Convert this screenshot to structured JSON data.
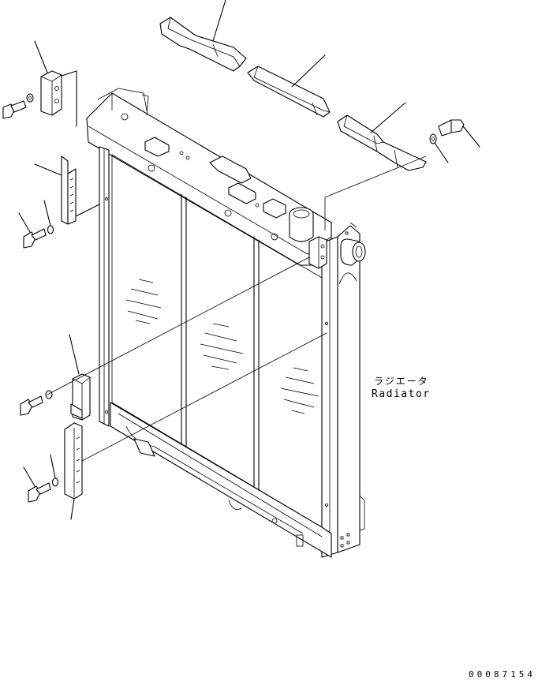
{
  "labels": {
    "radiator_jp": "ラジエータ",
    "radiator_en": "Radiator"
  },
  "drawing_number": "00087154",
  "icons": [
    "bolt-icon",
    "washer-icon",
    "bracket-icon",
    "cover-plate-icon",
    "radiator-cap-icon"
  ]
}
